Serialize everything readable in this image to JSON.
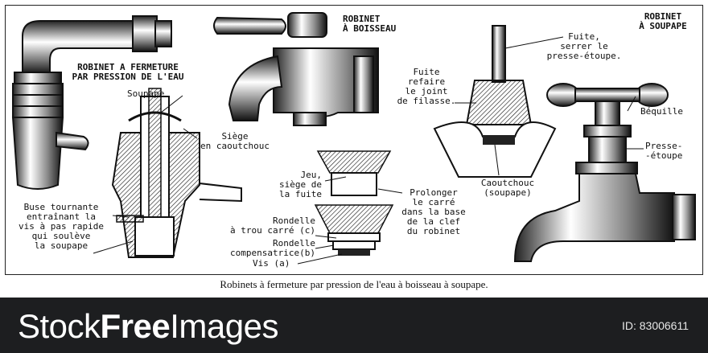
{
  "labels": {
    "robinet_fermeture": "ROBINET A FERMETURE\nPAR PRESSION DE L'EAU",
    "soupape": "Soupape",
    "siege": "Siège\nen caoutchouc",
    "buse": "Buse tournante\nentraînant la\nvis à pas rapide\nqui soulève\nla soupape",
    "robinet_boisseau": "ROBINET\nÀ BOISSEAU",
    "jeu": "Jeu,\nsiège de\nla fuite",
    "prolonger": "Prolonger\nle carré\ndans la base\nde la clef\ndu robinet",
    "rondelle_c": "Rondelle\nà trou carré (c)",
    "rondelle_b": "Rondelle\ncompensatrice(b)",
    "vis_a": "Vis (a)",
    "robinet_soupape": "ROBINET\nÀ SOUPAPE",
    "fuite_serrer": "Fuite,\nserrer le\npresse-étoupe.",
    "fuite_refaire": "Fuite\nrefaire\nle joint\nde filasse.",
    "caoutchouc": "Caoutchouc\n(soupape)",
    "bequille": "Béquille",
    "presse_etoupe": "Presse-\n-étoupe"
  },
  "caption": "Robinets à fermeture par pression de l'eau  à boisseau  à soupape.",
  "footer": {
    "brand_light": "Stock",
    "brand_bold": "Free",
    "brand_rest": "Images",
    "image_id": "ID: 83006611"
  }
}
